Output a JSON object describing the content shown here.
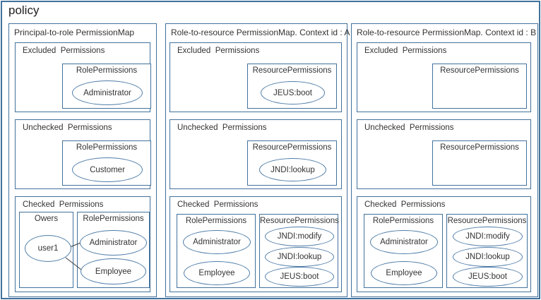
{
  "title": "policy",
  "colors": {
    "box_border": "#41719c",
    "ellipse_stroke": "#4f7ca8",
    "text": "#3a3a3a",
    "background": "#ffffff"
  },
  "columns": [
    {
      "title": "Principal-to-role PermissionMap",
      "sections": [
        {
          "label": "Excluded  Permissions",
          "boxes": [
            {
              "title": "RolePermissions",
              "items": [
                "Administrator"
              ]
            }
          ]
        },
        {
          "label": "Unchecked  Permissions",
          "boxes": [
            {
              "title": "RolePermissions",
              "items": [
                "Customer"
              ]
            }
          ]
        },
        {
          "label": "Checked  Permissions",
          "boxes": [
            {
              "title": "Owers",
              "items": [
                "user1"
              ]
            },
            {
              "title": "RolePermissions",
              "items": [
                "Administrator",
                "Employee"
              ]
            }
          ],
          "connections": [
            {
              "from": "user1",
              "to": "Administrator"
            },
            {
              "from": "user1",
              "to": "Employee"
            }
          ]
        }
      ]
    },
    {
      "title": "Role-to-resource PermissionMap. Context id : A",
      "sections": [
        {
          "label": "Excluded  Permissions",
          "boxes": [
            {
              "title": "ResourcePermissions",
              "items": [
                "JEUS:boot"
              ]
            }
          ]
        },
        {
          "label": "Unchecked  Permissions",
          "boxes": [
            {
              "title": "ResourcePermissions",
              "items": [
                "JNDI:lookup"
              ]
            }
          ]
        },
        {
          "label": "Checked  Permissions",
          "boxes": [
            {
              "title": "RolePermissions",
              "items": [
                "Administrator",
                "Employee"
              ]
            },
            {
              "title": "ResourcePermissions",
              "items": [
                "JNDI:modify",
                "JNDI:lookup",
                "JEUS:boot"
              ]
            }
          ]
        }
      ]
    },
    {
      "title": "Role-to-resource PermissionMap. Context id : B",
      "sections": [
        {
          "label": "Excluded  Permissions",
          "boxes": [
            {
              "title": "ResourcePermissions",
              "items": []
            }
          ]
        },
        {
          "label": "Unchecked  Permissions",
          "boxes": [
            {
              "title": "ResourcePermissions",
              "items": []
            }
          ]
        },
        {
          "label": "Checked  Permissions",
          "boxes": [
            {
              "title": "RolePermissions",
              "items": [
                "Administrator",
                "Employee"
              ]
            },
            {
              "title": "ResourcePermissions",
              "items": [
                "JNDI:modify",
                "JNDI:lookup",
                "JEUS:boot"
              ]
            }
          ]
        }
      ]
    }
  ]
}
